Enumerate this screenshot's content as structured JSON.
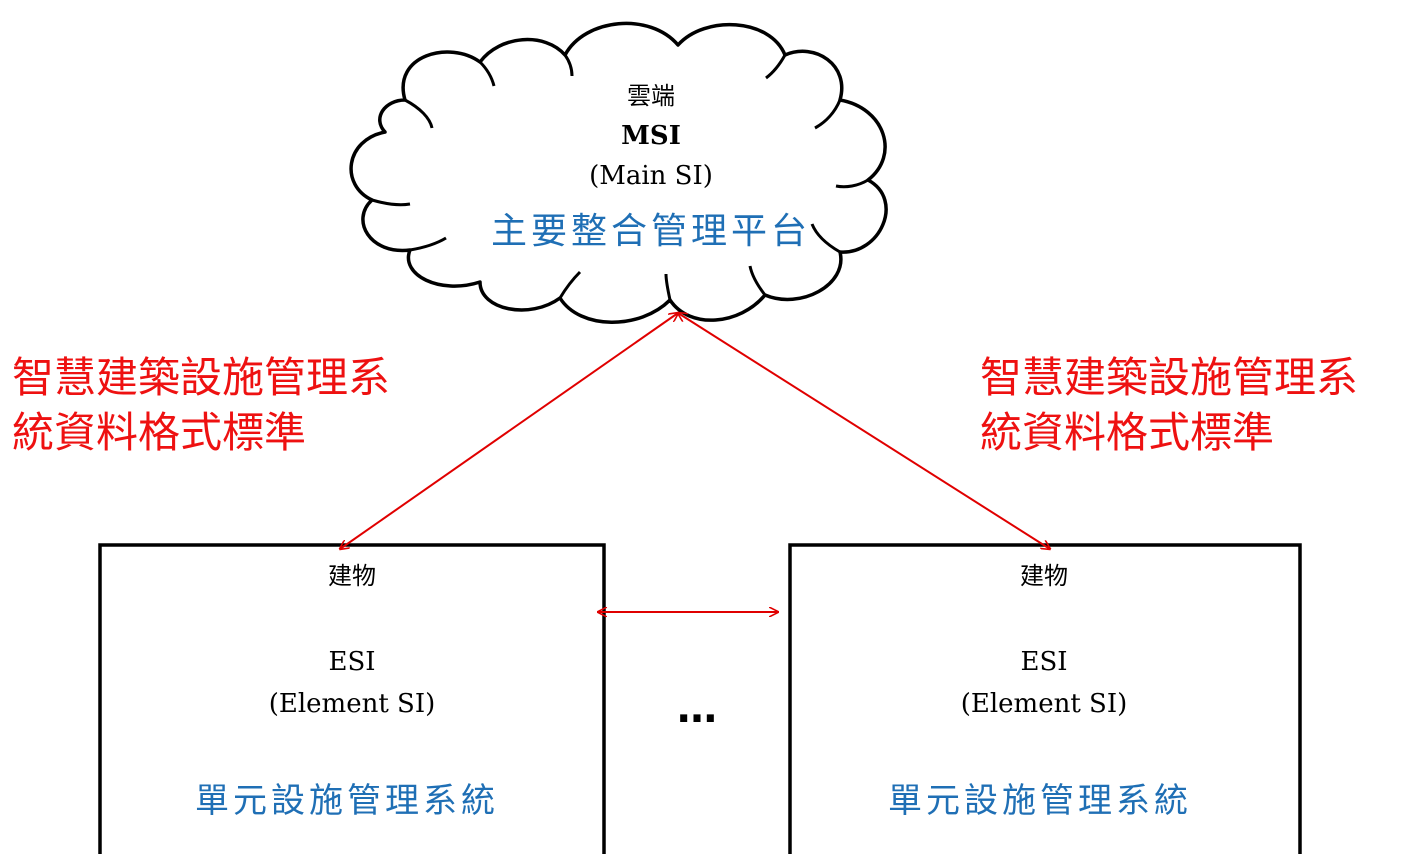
{
  "colors": {
    "stroke": "#000000",
    "link": "#e00000",
    "label_red": "#ee1111",
    "title_blue": "#1f6fb5"
  },
  "cloud": {
    "line1": "雲端",
    "line2": "MSI",
    "line3": "(Main SI)",
    "title": "主要整合管理平台"
  },
  "left_label": {
    "line1": "智慧建築設施管理系",
    "line2": "統資料格式標準"
  },
  "right_label": {
    "line1": "智慧建築設施管理系",
    "line2": "統資料格式標準"
  },
  "left_box": {
    "line1": "建物",
    "line2": "ESI",
    "line3": "(Element SI)",
    "title": "單元設施管理系統"
  },
  "right_box": {
    "line1": "建物",
    "line2": "ESI",
    "line3": "(Element SI)",
    "title": "單元設施管理系統"
  },
  "ellipsis": "…"
}
